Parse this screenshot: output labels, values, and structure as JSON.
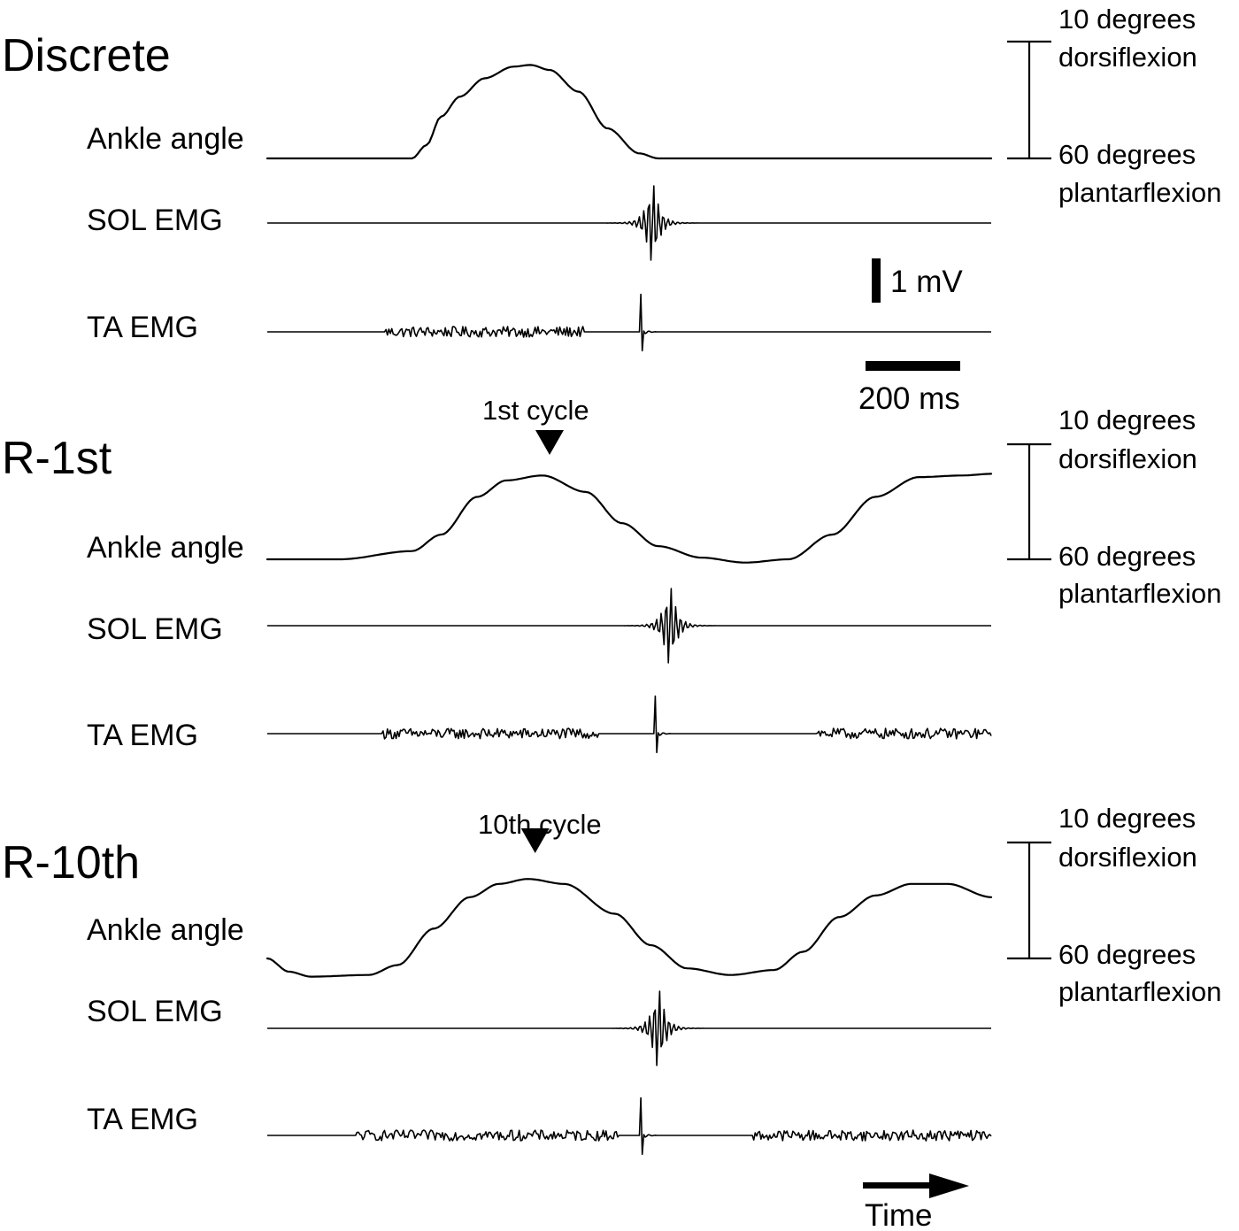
{
  "chart_data": {
    "type": "line",
    "title": "",
    "time_axis": {
      "label": "Time",
      "scale_bar": {
        "label": "200 ms",
        "value_ms": 200
      },
      "samples_per_trace": 500,
      "ms_per_sample": 3.8
    },
    "amplitude_scale": {
      "label": "1 mV",
      "value_mV": 1
    },
    "angle_scale": {
      "top_label_line1": "10 degrees",
      "top_label_line2": "dorsiflexion",
      "bottom_label_line1": "60 degrees",
      "bottom_label_line2": "plantarflexion",
      "top_deg": 10,
      "bottom_deg": -60
    },
    "panels": [
      {
        "name": "Discrete",
        "marker_label": "",
        "traces": [
          {
            "label": "Ankle angle",
            "kind": "angle",
            "points": [
              [
                0,
                -60
              ],
              [
                100,
                -60
              ],
              [
                110,
                -52
              ],
              [
                120,
                -35
              ],
              [
                133,
                -23
              ],
              [
                150,
                -12
              ],
              [
                170,
                -5
              ],
              [
                182,
                -4
              ],
              [
                195,
                -7
              ],
              [
                215,
                -20
              ],
              [
                235,
                -42
              ],
              [
                257,
                -57
              ],
              [
                270,
                -60
              ],
              [
                330,
                -60
              ],
              [
                500,
                -60
              ]
            ]
          },
          {
            "label": "SOL EMG",
            "kind": "sol",
            "bursts": [
              {
                "center": 266,
                "amp": 1.1,
                "freq": 0.6,
                "decay": 4.5
              }
            ],
            "noise": 0.0
          },
          {
            "label": "TA EMG",
            "kind": "ta",
            "bursts": [
              {
                "center": 258,
                "amp": 0.85,
                "freq": 0.9,
                "decay": 1.6
              }
            ],
            "noisy_segments": [
              {
                "start": 82,
                "end": 218,
                "amp": 0.12
              }
            ]
          }
        ]
      },
      {
        "name": "R-1st",
        "marker_label": "1st cycle",
        "marker_time": 195,
        "traces": [
          {
            "label": "Ankle angle",
            "kind": "angle",
            "points": [
              [
                0,
                -60
              ],
              [
                50,
                -60
              ],
              [
                100,
                -55
              ],
              [
                120,
                -45
              ],
              [
                145,
                -22
              ],
              [
                165,
                -12
              ],
              [
                190,
                -9
              ],
              [
                220,
                -19
              ],
              [
                245,
                -38
              ],
              [
                270,
                -52
              ],
              [
                300,
                -59
              ],
              [
                330,
                -62
              ],
              [
                360,
                -60
              ],
              [
                390,
                -45
              ],
              [
                420,
                -22
              ],
              [
                450,
                -10
              ],
              [
                480,
                -9
              ],
              [
                500,
                -8
              ]
            ]
          },
          {
            "label": "SOL EMG",
            "kind": "sol",
            "bursts": [
              {
                "center": 278,
                "amp": 1.1,
                "freq": 0.6,
                "decay": 4.5
              }
            ],
            "noise": 0.0
          },
          {
            "label": "TA EMG",
            "kind": "ta",
            "bursts": [
              {
                "center": 268,
                "amp": 0.85,
                "freq": 0.9,
                "decay": 1.6
              }
            ],
            "noisy_segments": [
              {
                "start": 80,
                "end": 228,
                "amp": 0.12
              },
              {
                "start": 380,
                "end": 500,
                "amp": 0.12
              }
            ]
          }
        ]
      },
      {
        "name": "R-10th",
        "marker_label": "10th cycle",
        "marker_time": 185,
        "traces": [
          {
            "label": "Ankle angle",
            "kind": "angle",
            "points": [
              [
                0,
                -60
              ],
              [
                15,
                -68
              ],
              [
                30,
                -71
              ],
              [
                70,
                -70
              ],
              [
                90,
                -64
              ],
              [
                115,
                -42
              ],
              [
                140,
                -23
              ],
              [
                160,
                -15
              ],
              [
                180,
                -12
              ],
              [
                205,
                -15
              ],
              [
                240,
                -33
              ],
              [
                265,
                -52
              ],
              [
                290,
                -66
              ],
              [
                320,
                -70
              ],
              [
                350,
                -67
              ],
              [
                370,
                -56
              ],
              [
                395,
                -35
              ],
              [
                420,
                -22
              ],
              [
                445,
                -15
              ],
              [
                470,
                -15
              ],
              [
                500,
                -23
              ]
            ]
          },
          {
            "label": "SOL EMG",
            "kind": "sol",
            "bursts": [
              {
                "center": 270,
                "amp": 1.1,
                "freq": 0.6,
                "decay": 4.5
              }
            ],
            "noise": 0.0
          },
          {
            "label": "TA EMG",
            "kind": "ta",
            "bursts": [
              {
                "center": 258,
                "amp": 0.85,
                "freq": 0.9,
                "decay": 1.6
              }
            ],
            "noisy_segments": [
              {
                "start": 62,
                "end": 242,
                "amp": 0.12
              },
              {
                "start": 336,
                "end": 500,
                "amp": 0.12
              }
            ]
          }
        ]
      }
    ]
  }
}
